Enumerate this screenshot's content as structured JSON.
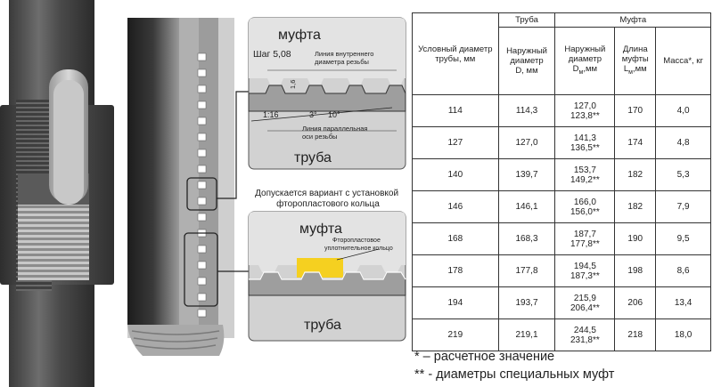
{
  "detail_top": {
    "title_coupling": "муфта",
    "title_pipe": "труба",
    "pitch_label": "Шаг 5,08",
    "thread_inner_line": "Линия внутреннего диаметра резьбы",
    "thread_height": "1,6",
    "angle_left": "3°",
    "angle_right": "10°",
    "taper": "1:16",
    "parallel_axis_line": "Линия параллельная оси резьбы"
  },
  "caption_mid": "Допускается вариант с установкой фторопластового кольца",
  "detail_bottom": {
    "title_coupling": "муфта",
    "title_pipe": "труба",
    "ring_label": "Фторопластовое уплотнительное кольцо",
    "ring_color": "#f5d020"
  },
  "table": {
    "group_pipe": "Труба",
    "group_coupling": "Муфта",
    "headers": {
      "nominal": "Условный диаметр трубы, мм",
      "pipe_od_line1": "Наружный",
      "pipe_od_line2": "диаметр",
      "pipe_od_line3": "D, мм",
      "coup_od_line1": "Наружный",
      "coup_od_line2": "диаметр",
      "coup_od_prefix": "D",
      "coup_od_sub": "м",
      "coup_od_suffix": ",мм",
      "coup_len_line1": "Длина",
      "coup_len_line2": "муфты",
      "coup_len_prefix": "L",
      "coup_len_sub": "м",
      "coup_len_suffix": ",мм",
      "mass": "Масса*, кг"
    },
    "rows": [
      {
        "nominal": "114",
        "pipe_od": "114,3",
        "coup_od": "127,0",
        "coup_od_special": "123,8**",
        "length": "170",
        "mass": "4,0"
      },
      {
        "nominal": "127",
        "pipe_od": "127,0",
        "coup_od": "141,3",
        "coup_od_special": "136,5**",
        "length": "174",
        "mass": "4,8"
      },
      {
        "nominal": "140",
        "pipe_od": "139,7",
        "coup_od": "153,7",
        "coup_od_special": "149,2**",
        "length": "182",
        "mass": "5,3"
      },
      {
        "nominal": "146",
        "pipe_od": "146,1",
        "coup_od": "166,0",
        "coup_od_special": "156,0**",
        "length": "182",
        "mass": "7,9"
      },
      {
        "nominal": "168",
        "pipe_od": "168,3",
        "coup_od": "187,7",
        "coup_od_special": "177,8**",
        "length": "190",
        "mass": "9,5"
      },
      {
        "nominal": "178",
        "pipe_od": "177,8",
        "coup_od": "194,5",
        "coup_od_special": "187,3**",
        "length": "198",
        "mass": "8,6"
      },
      {
        "nominal": "194",
        "pipe_od": "193,7",
        "coup_od": "215,9",
        "coup_od_special": "206,4**",
        "length": "206",
        "mass": "13,4"
      },
      {
        "nominal": "219",
        "pipe_od": "219,1",
        "coup_od": "244,5",
        "coup_od_special": "231,8**",
        "length": "218",
        "mass": "18,0"
      }
    ]
  },
  "footnotes": {
    "note1": "* – расчетное значение",
    "note2": "** - диаметры специальных муфт"
  }
}
